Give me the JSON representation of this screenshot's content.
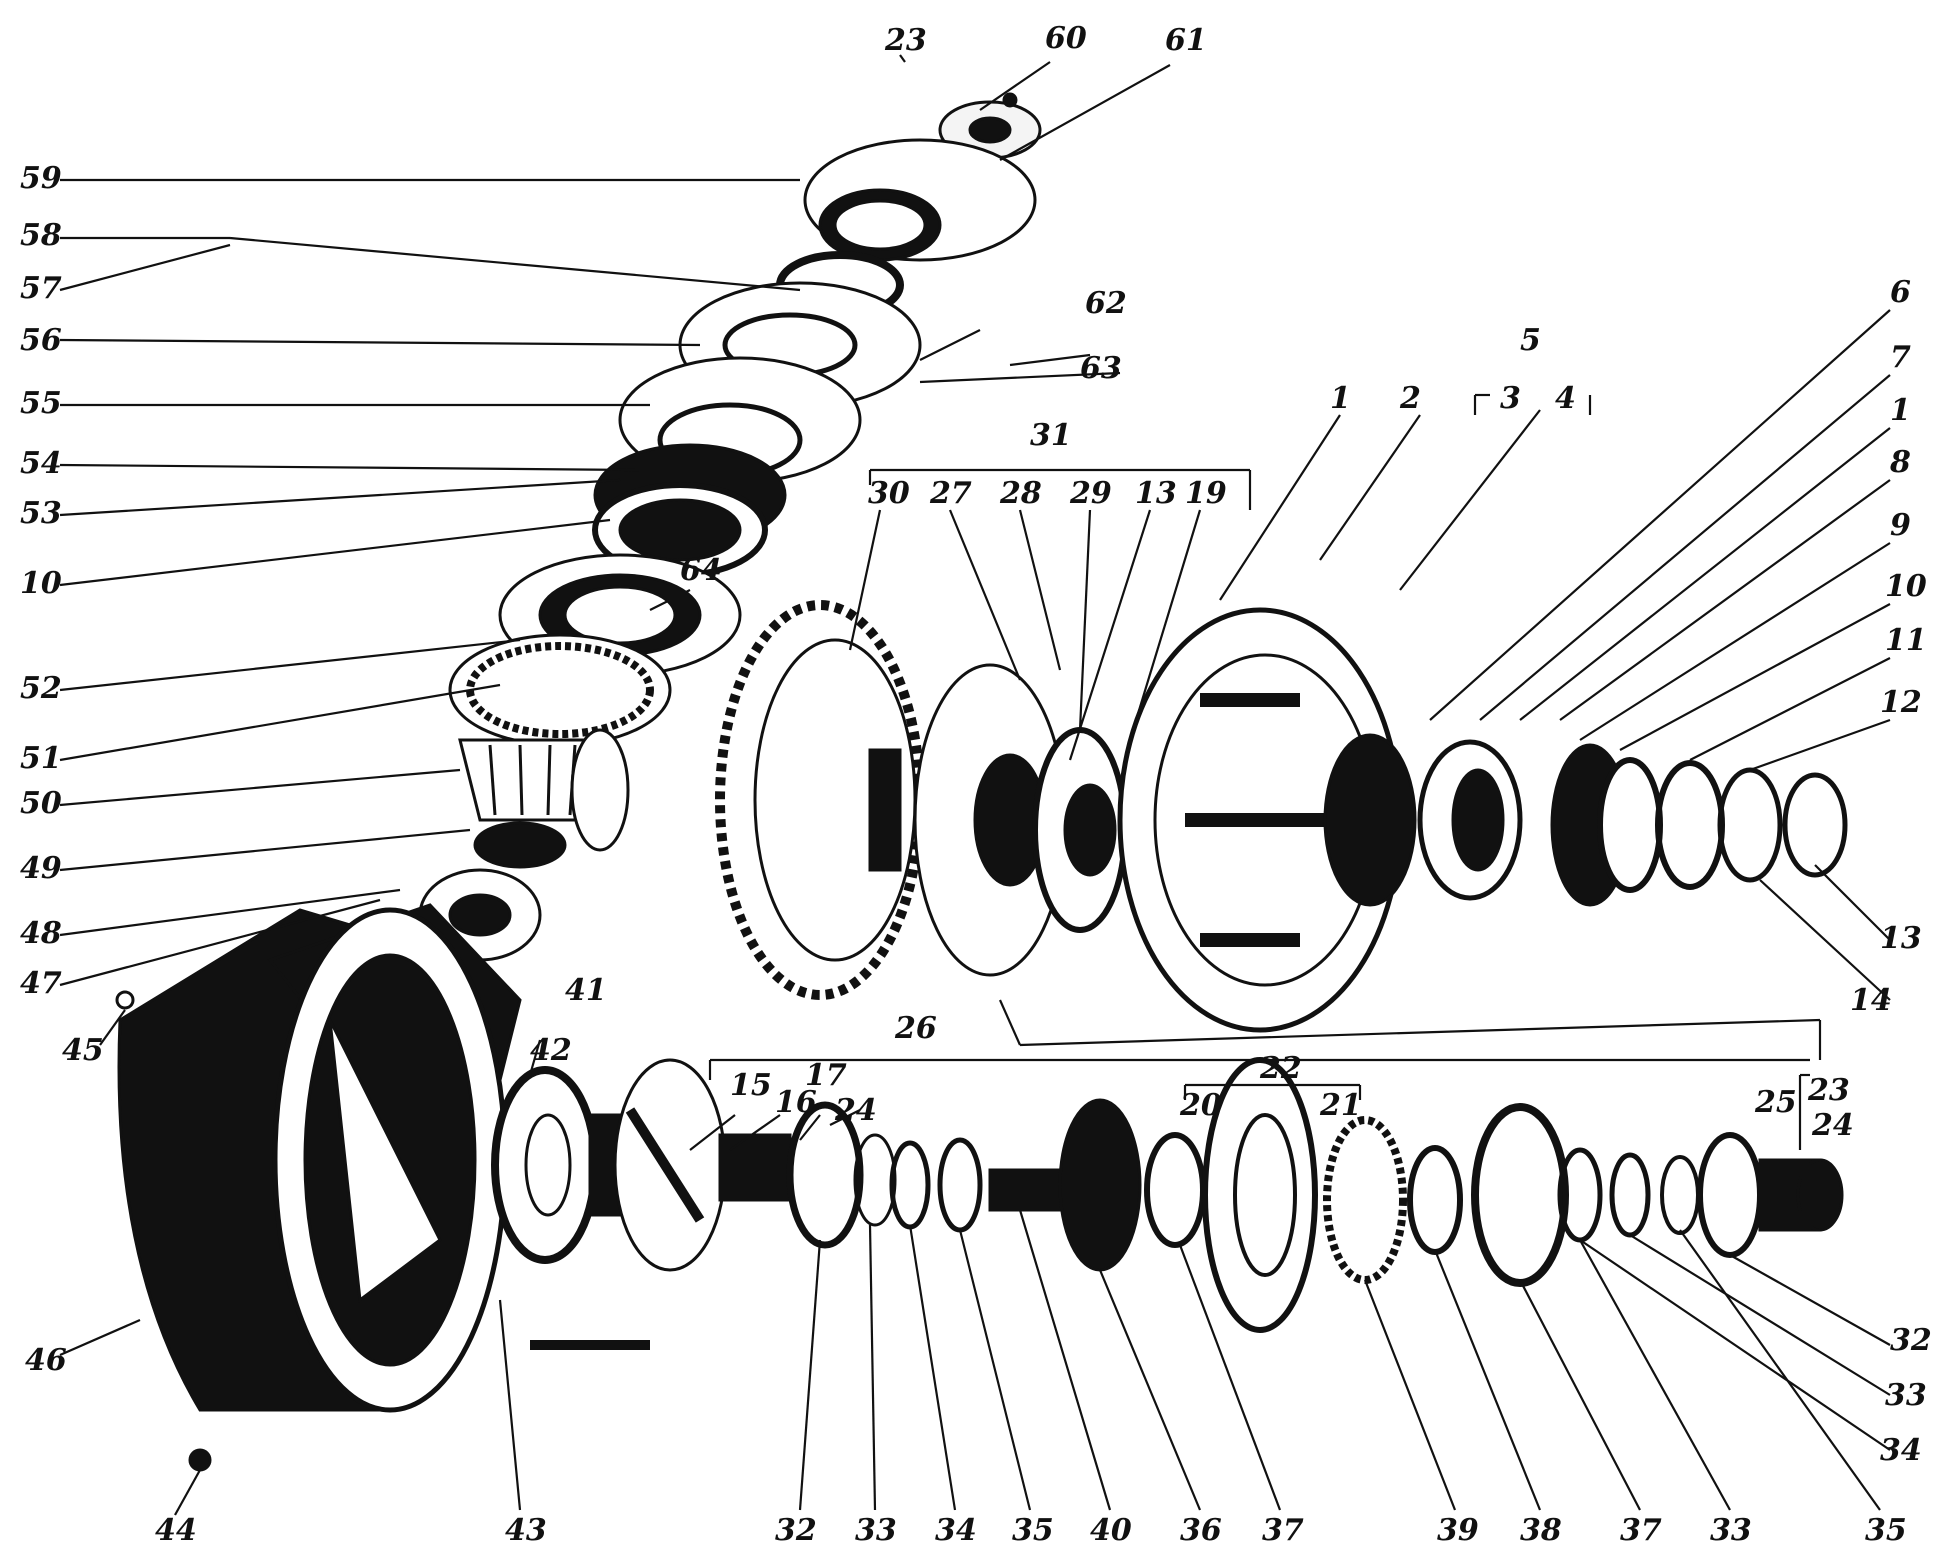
{
  "diagram": {
    "labels": {
      "l_23_top": "23",
      "l_60": "60",
      "l_61": "61",
      "l_59": "59",
      "l_58": "58",
      "l_57": "57",
      "l_56": "56",
      "l_55": "55",
      "l_54": "54",
      "l_53": "53",
      "l_10_left": "10",
      "l_52": "52",
      "l_51": "51",
      "l_50": "50",
      "l_49": "49",
      "l_48": "48",
      "l_47": "47",
      "l_45": "45",
      "l_46": "46",
      "l_44": "44",
      "l_43_bottom": "43",
      "l_41": "41",
      "l_42": "42",
      "l_62": "62",
      "l_63": "63",
      "l_64": "64",
      "l_31": "31",
      "l_30": "30",
      "l_27": "27",
      "l_28": "28",
      "l_29": "29",
      "l_13_mid": "13",
      "l_19": "19",
      "l_1": "1",
      "l_2": "2",
      "l_5": "5",
      "l_3": "3",
      "l_4": "4",
      "l_6": "6",
      "l_7": "7",
      "l_1_right": "1",
      "l_8": "8",
      "l_9": "9",
      "l_10_right": "10",
      "l_11": "11",
      "l_12": "12",
      "l_13_right": "13",
      "l_14": "14",
      "l_26": "26",
      "l_22": "22",
      "l_20": "20",
      "l_21": "21",
      "l_25": "25",
      "l_23_right": "23",
      "l_24_right": "24",
      "l_15": "15",
      "l_16": "16",
      "l_17": "17",
      "l_24_mid": "24",
      "b_32": "32",
      "b_33": "33",
      "b_34": "34",
      "b_35": "35",
      "b_40": "40",
      "b_36": "36",
      "b_37": "37",
      "b_39": "39",
      "b_38": "38",
      "b_37b": "37",
      "b_33b": "33",
      "b_35b": "35",
      "r_32": "32",
      "r_33": "33",
      "r_34": "34"
    }
  }
}
